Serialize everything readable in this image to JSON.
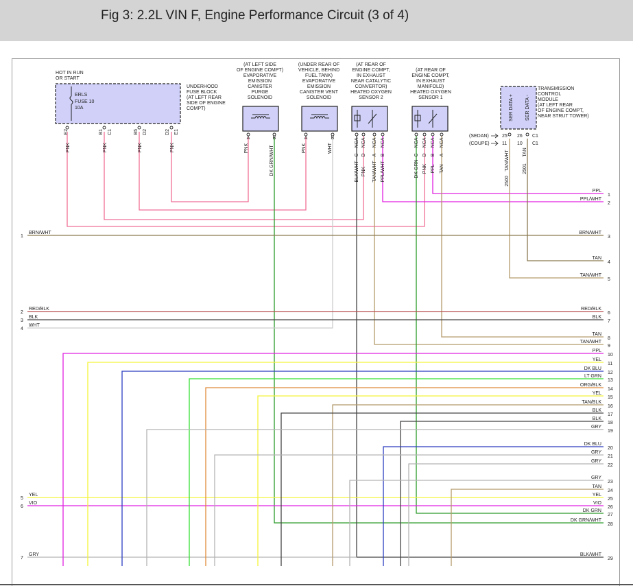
{
  "title": "Fig 3: 2.2L VIN F, Engine Performance Circuit (3 of 4)",
  "fuse_block": {
    "hot_lines": [
      "HOT IN RUN",
      "OR START"
    ],
    "fuse_name": "ERLS",
    "fuse_number": "FUSE 10",
    "fuse_rating": "10A",
    "desc_lines": [
      "UNDERHOOD",
      "FUSE BLOCK",
      "(AT LEFT REAR",
      "SIDE OF ENGINE",
      "COMPT)"
    ],
    "pin_labels": [
      "E2",
      "B1",
      "C1",
      "B5",
      "D2",
      "D2",
      "E1"
    ],
    "wire_labels": [
      "PNK",
      "PNK",
      "PNK",
      "PNK"
    ]
  },
  "purge_solenoid": {
    "desc_lines": [
      "(AT LEFT SIDE",
      "OF ENGINE COMPT)",
      "EVAPORATIVE",
      "EMISSION",
      "CANISTER",
      "PURGE",
      "SOLENOID"
    ],
    "pins": [
      "A",
      "B"
    ],
    "wires": [
      "PNK",
      "DK GRN/WHT"
    ]
  },
  "vent_solenoid": {
    "desc_lines": [
      "(UNDER REAR OF",
      "VEHICLE, BEHIND",
      "FUEL TANK)",
      "EVAPORATIVE",
      "EMISSION",
      "CANISTER VENT",
      "SOLENOID"
    ],
    "pins": [
      "A",
      "B"
    ],
    "wires": [
      "PNK",
      "WHT"
    ]
  },
  "ho2s2": {
    "desc_lines": [
      "(AT REAR OF",
      "ENGINE COMPT,",
      "IN EXHAUST",
      "NEAR CATALYTIC",
      "CONVERTOR)",
      "HEATED OXYGEN",
      "SENSOR 2"
    ],
    "nca": [
      "NCA",
      "NCA",
      "NCA",
      "NCA"
    ],
    "pins": [
      "C",
      "D",
      "A",
      "B"
    ],
    "wires": [
      "BLK/WHT",
      "PNK",
      "TAN/WHT",
      "PPL/WHT"
    ]
  },
  "ho2s1": {
    "desc_lines": [
      "(AT REAR OF",
      "ENGINE COMPT,",
      "IN EXHAUST",
      "MANIFOLD)",
      "HEATED OXYGEN",
      "SENSOR 1"
    ],
    "nca": [
      "NCA",
      "NCA",
      "NCA",
      "NCA"
    ],
    "pins": [
      "C",
      "D",
      "B",
      "A"
    ],
    "wires": [
      "DK GRN",
      "PNK",
      "PPL",
      "TAN"
    ]
  },
  "tcm": {
    "desc_lines": [
      "TRANSMISSION",
      "CONTROL",
      "MODULE",
      "(AT LEFT REAR",
      "OF ENGINE COMPT,",
      "NEAR STRUT TOWER)"
    ],
    "inner": [
      "SER DATA +",
      "SER DATA -"
    ],
    "sedan": "(SEDAN)",
    "coupe": "(COUPE)",
    "sedan_pins": [
      "25",
      "26",
      "C1"
    ],
    "coupe_pins": [
      "11",
      "10",
      "C1"
    ],
    "wires": [
      "TAN/WHT",
      "TAN"
    ],
    "circuits": [
      "2500",
      "2501"
    ]
  },
  "left_wires": [
    {
      "num": "1",
      "label": "BRN/WHT"
    },
    {
      "num": "2",
      "label": "RED/BLK"
    },
    {
      "num": "3",
      "label": "BLK"
    },
    {
      "num": "4",
      "label": "WHT"
    },
    {
      "num": "5",
      "label": "YEL"
    },
    {
      "num": "6",
      "label": "VIO"
    },
    {
      "num": "7",
      "label": "GRY"
    }
  ],
  "right_wires": [
    {
      "num": "1",
      "label": "PPL"
    },
    {
      "num": "2",
      "label": "PPL/WHT"
    },
    {
      "num": "3",
      "label": "BRN/WHT"
    },
    {
      "num": "4",
      "label": "TAN"
    },
    {
      "num": "5",
      "label": "TAN/WHT"
    },
    {
      "num": "6",
      "label": "RED/BLK"
    },
    {
      "num": "7",
      "label": "BLK"
    },
    {
      "num": "8",
      "label": "TAN"
    },
    {
      "num": "9",
      "label": "TAN/WHT"
    },
    {
      "num": "10",
      "label": "PPL"
    },
    {
      "num": "11",
      "label": "YEL"
    },
    {
      "num": "12",
      "label": "DK BLU"
    },
    {
      "num": "13",
      "label": "LT GRN"
    },
    {
      "num": "14",
      "label": "ORG/BLK"
    },
    {
      "num": "15",
      "label": "YEL"
    },
    {
      "num": "16",
      "label": "TAN/BLK"
    },
    {
      "num": "17",
      "label": "BLK"
    },
    {
      "num": "18",
      "label": "BLK"
    },
    {
      "num": "19",
      "label": "GRY"
    },
    {
      "num": "20",
      "label": "DK BLU"
    },
    {
      "num": "21",
      "label": "GRY"
    },
    {
      "num": "22",
      "label": "GRY"
    },
    {
      "num": "23",
      "label": "GRY"
    },
    {
      "num": "24",
      "label": "TAN"
    },
    {
      "num": "25",
      "label": "YEL"
    },
    {
      "num": "26",
      "label": "VIO"
    },
    {
      "num": "27",
      "label": "DK GRN"
    },
    {
      "num": "28",
      "label": "DK GRN/WHT"
    },
    {
      "num": "29",
      "label": "BLK/WHT"
    }
  ],
  "colors": {
    "pnk": "#f06f96",
    "ppl": "#e020e0",
    "brn": "#8a7a50",
    "tan": "#b39a6a",
    "red": "#b84a4a",
    "blk": "#444444",
    "wht": "#cccccc",
    "yel": "#f3f33a",
    "blu": "#2a3cbf",
    "grn": "#35e035",
    "dkgrn": "#2a9a2a",
    "org": "#e08a3a",
    "gry": "#b3b3b3",
    "vio": "#e020e0",
    "component_fill": "#d0d0f8"
  }
}
